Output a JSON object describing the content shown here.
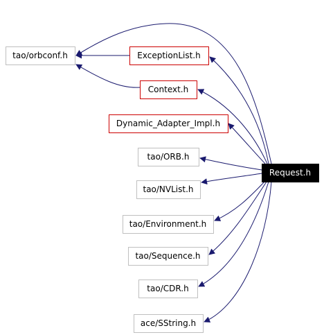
{
  "colors": {
    "edge": "#1a1a6e",
    "gray_border": "#bfbfbf",
    "red_border": "#cc0000",
    "root_fill": "#000000",
    "root_text": "#ffffff",
    "text": "#000000"
  },
  "nodes": [
    {
      "id": "orbconf",
      "label": "tao/orbconf.h",
      "style": "gray"
    },
    {
      "id": "exceptionlist",
      "label": "ExceptionList.h",
      "style": "red"
    },
    {
      "id": "context",
      "label": "Context.h",
      "style": "red"
    },
    {
      "id": "dynamic",
      "label": "Dynamic_Adapter_Impl.h",
      "style": "red"
    },
    {
      "id": "orb",
      "label": "tao/ORB.h",
      "style": "gray"
    },
    {
      "id": "nvlist",
      "label": "tao/NVList.h",
      "style": "gray"
    },
    {
      "id": "environment",
      "label": "tao/Environment.h",
      "style": "gray"
    },
    {
      "id": "sequence",
      "label": "tao/Sequence.h",
      "style": "gray"
    },
    {
      "id": "cdr",
      "label": "tao/CDR.h",
      "style": "gray"
    },
    {
      "id": "sstring",
      "label": "ace/SString.h",
      "style": "gray"
    },
    {
      "id": "request",
      "label": "Request.h",
      "style": "root"
    }
  ],
  "edges": [
    {
      "from": "request",
      "to": "orbconf"
    },
    {
      "from": "request",
      "to": "exceptionlist"
    },
    {
      "from": "request",
      "to": "context"
    },
    {
      "from": "request",
      "to": "dynamic"
    },
    {
      "from": "request",
      "to": "orb"
    },
    {
      "from": "request",
      "to": "nvlist"
    },
    {
      "from": "request",
      "to": "environment"
    },
    {
      "from": "request",
      "to": "sequence"
    },
    {
      "from": "request",
      "to": "cdr"
    },
    {
      "from": "request",
      "to": "sstring"
    },
    {
      "from": "exceptionlist",
      "to": "orbconf"
    },
    {
      "from": "context",
      "to": "orbconf"
    }
  ]
}
